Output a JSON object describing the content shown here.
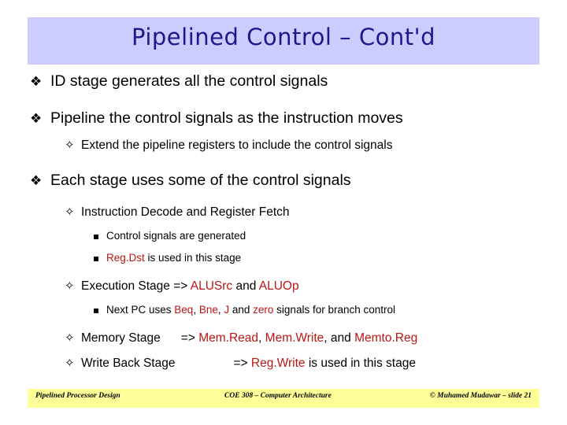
{
  "slide": {
    "title": "Pipelined Control – Cont'd",
    "title_band_color": "#ccccff",
    "title_text_color": "#1a1a8c",
    "accent_color": "#bb1616",
    "footer_band_color": "#ffff99"
  },
  "bullets": {
    "marks": {
      "level1": "❖",
      "level2": "✧",
      "level3": "▪"
    },
    "items": [
      {
        "level": 1,
        "text": "ID stage generates all the control signals"
      },
      {
        "level": 1,
        "text": "Pipeline the control signals as the instruction moves"
      },
      {
        "level": 2,
        "text": "Extend the pipeline registers to include the control signals"
      },
      {
        "level": 1,
        "text": "Each stage uses some of the control signals"
      },
      {
        "level": 2,
        "text": "Instruction Decode and Register Fetch"
      },
      {
        "level": 3,
        "text": "Control signals are generated"
      },
      {
        "level": 3,
        "parts": [
          {
            "text": "Reg.Dst",
            "color": "red"
          },
          {
            "text": " is used in this stage",
            "color": "black"
          }
        ]
      },
      {
        "level": 2,
        "parts": [
          {
            "text": "Execution Stage => ",
            "color": "black"
          },
          {
            "text": "ALUSrc",
            "color": "red"
          },
          {
            "text": " and ",
            "color": "black"
          },
          {
            "text": "ALUOp",
            "color": "red"
          }
        ]
      },
      {
        "level": 3,
        "parts": [
          {
            "text": "Next PC uses ",
            "color": "black"
          },
          {
            "text": "Beq",
            "color": "red"
          },
          {
            "text": ", ",
            "color": "black"
          },
          {
            "text": "Bne",
            "color": "red"
          },
          {
            "text": ", ",
            "color": "black"
          },
          {
            "text": "J",
            "color": "red"
          },
          {
            "text": " and ",
            "color": "black"
          },
          {
            "text": "zero",
            "color": "red"
          },
          {
            "text": " signals for branch control",
            "color": "black"
          }
        ]
      },
      {
        "level": 2,
        "parts": [
          {
            "text": "Memory Stage",
            "color": "black"
          },
          {
            "text": "gap",
            "color": "spacer"
          },
          {
            "text": "=> ",
            "color": "black"
          },
          {
            "text": "Mem.Read",
            "color": "red"
          },
          {
            "text": ", ",
            "color": "black"
          },
          {
            "text": "Mem.Write",
            "color": "red"
          },
          {
            "text": ", and ",
            "color": "black"
          },
          {
            "text": "Memto.Reg",
            "color": "red"
          }
        ]
      },
      {
        "level": 2,
        "parts": [
          {
            "text": "Write Back Stage",
            "color": "black"
          },
          {
            "text": "gap-wide",
            "color": "spacer"
          },
          {
            "text": "=> ",
            "color": "black"
          },
          {
            "text": "Reg.Write",
            "color": "red"
          },
          {
            "text": " is used in this stage",
            "color": "black"
          }
        ]
      }
    ],
    "line1": "ID stage generates all the control signals",
    "line2": "Pipeline the control signals as the instruction moves",
    "line3": "Extend the pipeline registers to include the control signals",
    "line4": "Each stage uses some of the control signals",
    "line5": "Instruction Decode and Register Fetch",
    "line6": "Control signals are generated",
    "line7a": "Reg.Dst",
    "line7b": " is used in this stage",
    "line8a": "Execution Stage => ",
    "line8b": "ALUSrc",
    "line8c": " and ",
    "line8d": "ALUOp",
    "line9a": "Next PC uses ",
    "line9b": "Beq",
    "line9c": ", ",
    "line9d": "Bne",
    "line9e": ", ",
    "line9f": "J",
    "line9g": " and ",
    "line9h": "zero",
    "line9i": " signals for branch control",
    "line10a": "Memory Stage",
    "line10b": "=> ",
    "line10c": "Mem.Read",
    "line10d": ", ",
    "line10e": "Mem.Write",
    "line10f": ", and ",
    "line10g": "Memto.Reg",
    "line11a": "Write Back Stage",
    "line11b": "=> ",
    "line11c": "Reg.Write",
    "line11d": " is used in this stage"
  },
  "footer": {
    "left": "Pipelined Processor Design",
    "center": "COE 308 – Computer Architecture",
    "right": "© Muhamed Mudawar – slide 21"
  }
}
